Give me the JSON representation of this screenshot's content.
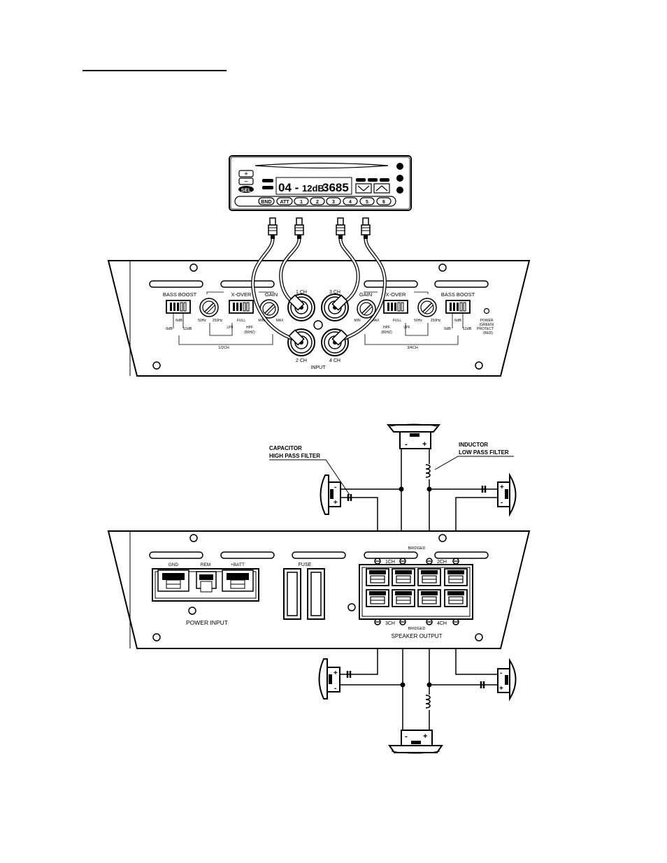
{
  "head_unit": {
    "buttons": {
      "plus": "+",
      "minus": "−",
      "sel": "SEL"
    },
    "display": {
      "main": "04 -",
      "mid": "12dB",
      "freq": "3685"
    },
    "presets": [
      "BND",
      "ATT",
      "1",
      "2",
      "3",
      "4",
      "5",
      "6"
    ]
  },
  "amp_top": {
    "left": {
      "bass_boost": "BASS BOOST",
      "bb_6db": "6dB",
      "bb_0db": "0dB",
      "bb_12db": "12dB",
      "xover": "X-OVER",
      "x_50": "50Hz",
      "x_250": "250Hz",
      "x_full": "FULL",
      "x_lpf": "LPF",
      "x_hpf": "HPF",
      "x_hpf_sub": "(80HZ)",
      "gain": "GAIN",
      "g_min": "MIN",
      "g_max": "MAX",
      "group": "1/2CH"
    },
    "right": {
      "bass_boost": "BASS BOOST",
      "bb_6db": "6dB",
      "bb_0db": "0dB",
      "bb_12db": "12dB",
      "xover": "X-OVER",
      "x_50": "50Hz",
      "x_250": "250Hz",
      "x_full": "FULL",
      "x_lpf": "LPF",
      "x_hpf": "HPF",
      "x_hpf_sub": "(80HZ)",
      "gain": "GAIN",
      "g_min": "MIN",
      "g_max": "MAX",
      "group": "3/4CH"
    },
    "inputs": {
      "ch1": "1 CH",
      "ch2": "2 CH",
      "ch3": "3 CH",
      "ch4": "4 CH",
      "label": "INPUT"
    },
    "led": {
      "l1": "POWER",
      "l2": "(GREEN)",
      "l3": "PROTECT",
      "l4": "(RED)"
    }
  },
  "wiring": {
    "capacitor": {
      "l1": "CAPACITOR",
      "l2": "HIGH PASS FILTER"
    },
    "inductor": {
      "l1": "INDUCTOR",
      "l2": "LOW PASS FILTER"
    },
    "bridged": "BRIDGED"
  },
  "amp_bottom": {
    "power": {
      "gnd": "GND",
      "rem": "REM",
      "batt": "+BATT",
      "label": "POWER INPUT"
    },
    "fuse": "FUSE",
    "speaker": {
      "ch1": "1CH",
      "ch2": "2CH",
      "ch3": "3CH",
      "ch4": "4CH",
      "label": "SPEAKER OUTPUT"
    }
  }
}
